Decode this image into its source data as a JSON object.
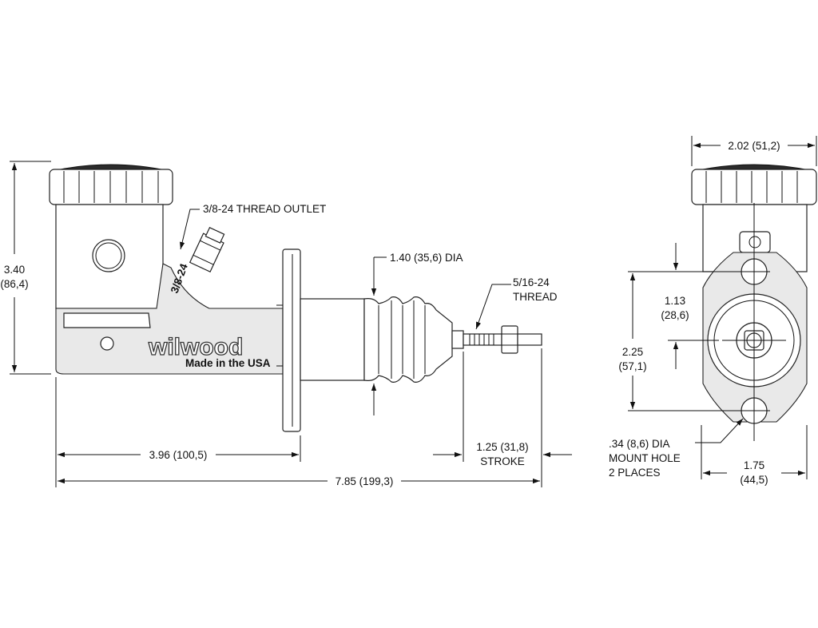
{
  "diagram": {
    "side_view": {
      "overall_height": {
        "in": "3.40",
        "mm": "(86,4)"
      },
      "thread_outlet": "3/8-24 THREAD OUTLET",
      "fitting_mark": "3/8-24",
      "boot_dia": "1.40 (35,6) DIA",
      "push_rod_thread": {
        "line1": "5/16-24",
        "line2": "THREAD"
      },
      "body_length": "3.96 (100,5)",
      "overall_length": "7.85 (199,3)",
      "stroke": {
        "line1": "1.25 (31,8)",
        "line2": "STROKE"
      },
      "brand": "wilwood",
      "made_in": "Made in the USA"
    },
    "end_view": {
      "width": "2.02 (51,2)",
      "hole_to_center": {
        "in": "1.13",
        "mm": "(28,6)"
      },
      "hole_spacing": {
        "in": "2.25",
        "mm": "(57,1)"
      },
      "mount_hole": {
        "line1": ".34 (8,6) DIA",
        "line2": "MOUNT HOLE",
        "line3": "2 PLACES"
      },
      "flange_width": {
        "in": "1.75",
        "mm": "(44,5)"
      }
    }
  }
}
